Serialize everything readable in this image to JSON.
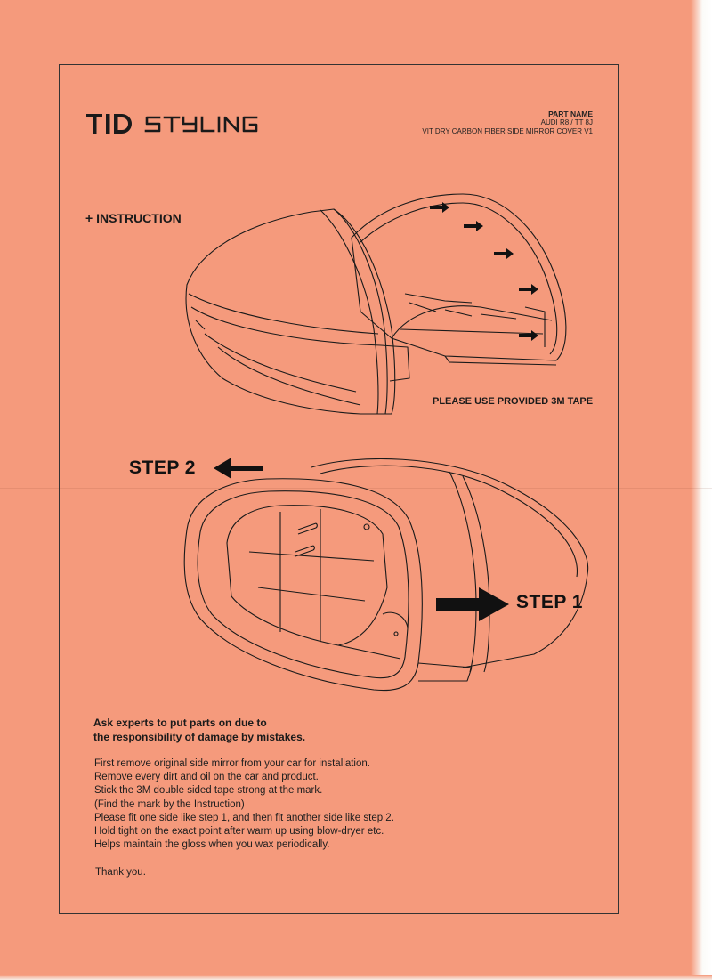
{
  "header": {
    "brand": "TID STYLING",
    "part_name_label": "PART NAME",
    "part_model": "AUDI  R8 / TT 8J",
    "part_description": "VIT DRY CARBON FIBER SIDE MIRROR COVER V1"
  },
  "instruction_heading": "+ INSTRUCTION",
  "tape_note": "PLEASE USE PROVIDED 3M TAPE",
  "steps": {
    "step1_label": "STEP 1",
    "step2_label": "STEP 2"
  },
  "warning_lines": [
    "Ask experts to put parts on due to",
    "the responsibility of damage by mistakes."
  ],
  "instructions": [
    "First remove original side mirror from your car for installation.",
    "Remove every dirt and oil on the car and product.",
    "Stick the 3M double sided tape strong at the mark.",
    "(Find the mark by the Instruction)",
    "Please fit one side like step 1, and then fit another side like step 2.",
    "Hold tight on the exact point after warm up using blow-dryer etc.",
    "Helps maintain the gloss when you wax periodically."
  ],
  "closing": "Thank you.",
  "colors": {
    "paper": "#f59a7c",
    "ink": "#1a1a1a"
  },
  "icons": [
    "arrow-right-icon",
    "arrow-left-icon"
  ]
}
